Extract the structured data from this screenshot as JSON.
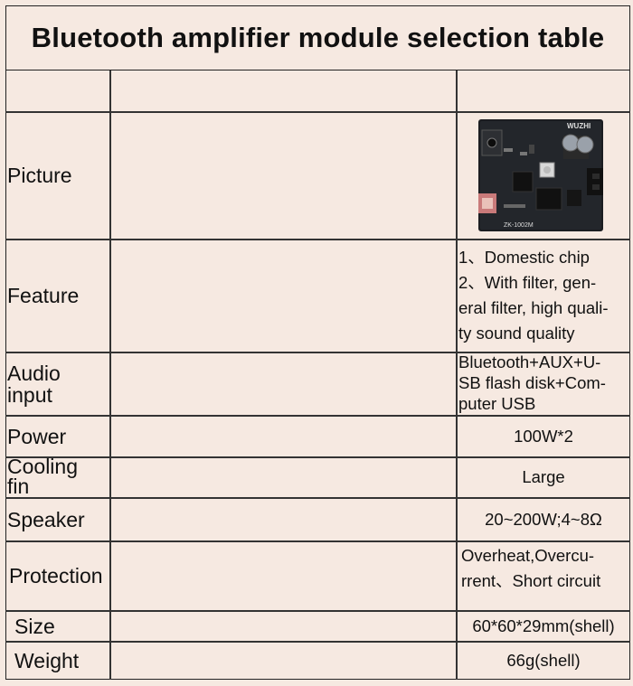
{
  "title": "Bluetooth amplifier module selection table",
  "rows": {
    "picture": {
      "label": "Picture",
      "board_brand": "WUZHI",
      "board_model": "ZK-1002M"
    },
    "feature": {
      "label": "Feature",
      "line1": "1、Domestic chip",
      "line2": "2、With filter, gen-",
      "line3": "eral filter, high quali-",
      "line4": "ty sound quality"
    },
    "audio_input": {
      "label_line1": "Audio",
      "label_line2": "input",
      "line1": "Bluetooth+AUX+U-",
      "line2": "SB flash disk+Com-",
      "line3": "puter USB"
    },
    "power": {
      "label": "Power",
      "value": "100W*2"
    },
    "cooling_fin": {
      "label_line1": "Cooling",
      "label_line2": "fin",
      "value": "Large"
    },
    "speaker": {
      "label": "Speaker",
      "value": "20~200W;4~8Ω"
    },
    "protection": {
      "label": "Protection",
      "line1": "Overheat,Overcu-",
      "line2": "rrent、Short circuit"
    },
    "size": {
      "label": "Size",
      "value": "60*60*29mm(shell)"
    },
    "weight": {
      "label": "Weight",
      "value": "66g(shell)"
    }
  }
}
